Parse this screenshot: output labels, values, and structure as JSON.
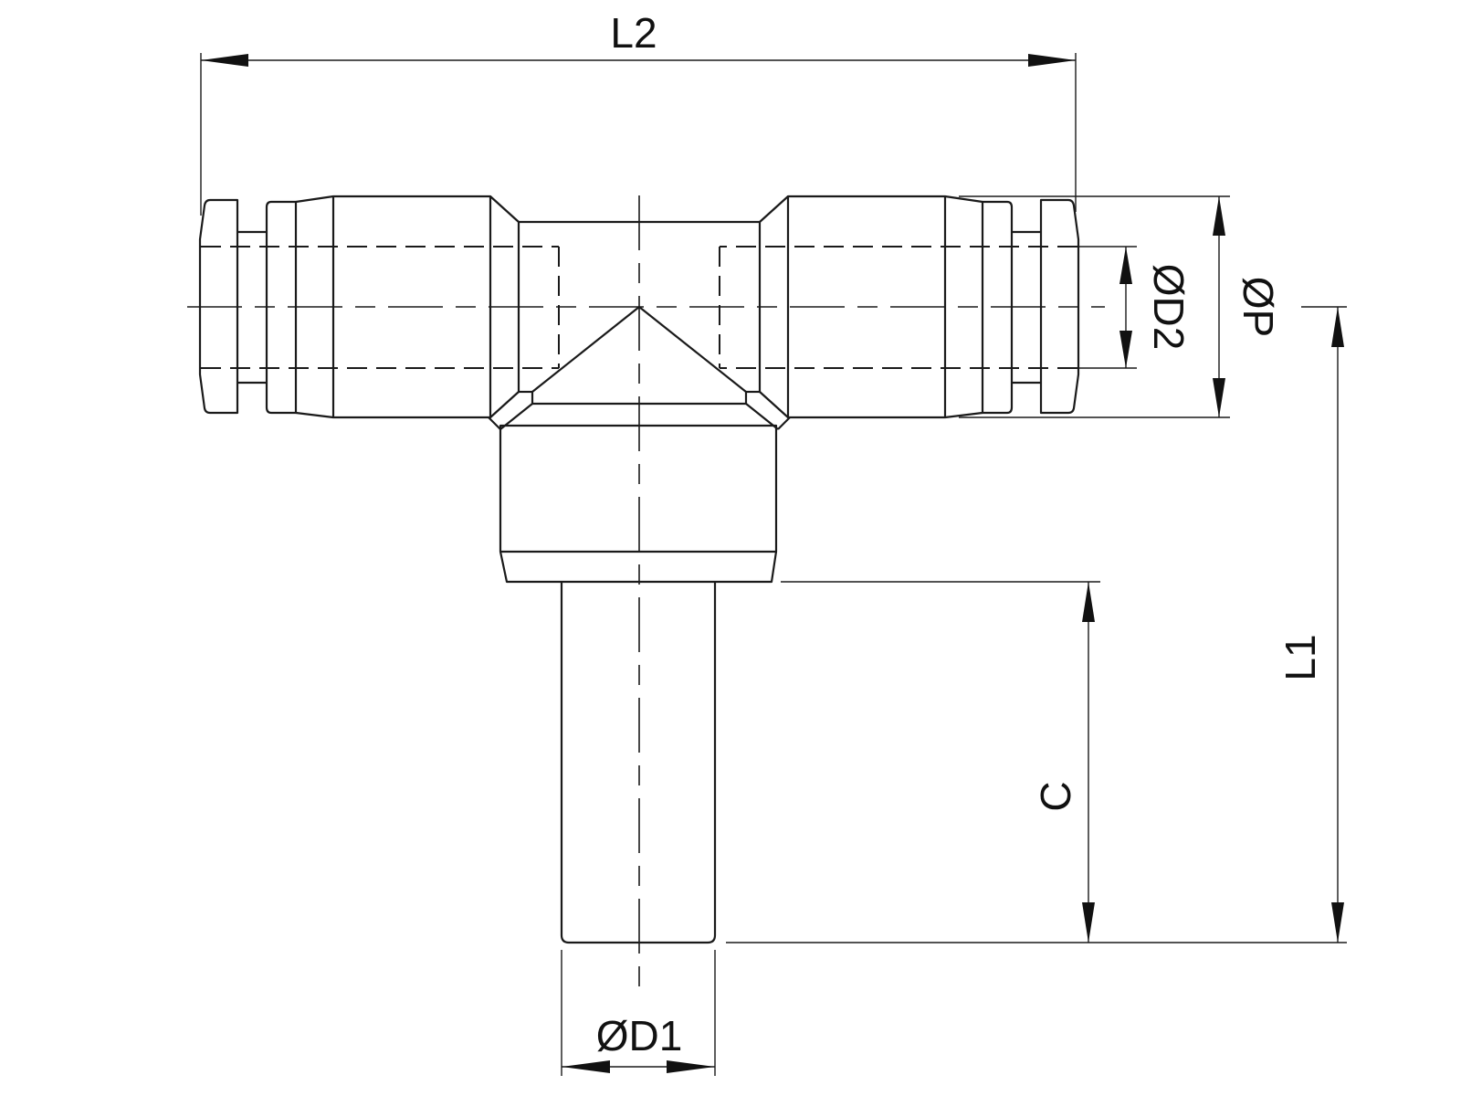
{
  "drawing": {
    "title": "Push-in tee fitting with stem",
    "dimensions": {
      "overall_length": "L2",
      "tube_bore": "ØD2",
      "body_diameter": "ØP",
      "overall_height": "L1",
      "stem_length": "C",
      "stem_diameter": "ØD1"
    },
    "colors": {
      "line": "#1a1a1a",
      "background": "#ffffff"
    }
  }
}
